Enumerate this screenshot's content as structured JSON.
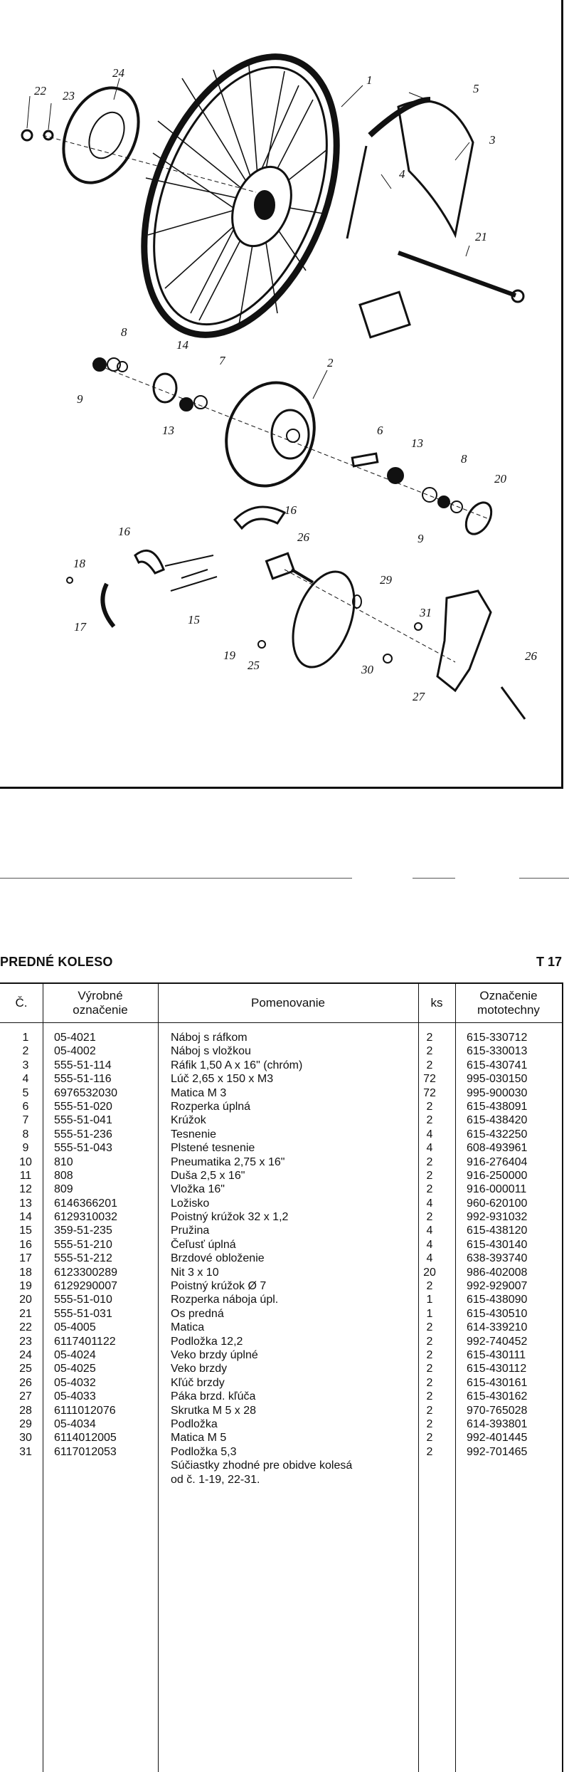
{
  "diagram": {
    "callouts": [
      "1",
      "2",
      "3",
      "4",
      "5",
      "6",
      "7",
      "8",
      "8",
      "9",
      "9",
      "13",
      "13",
      "14",
      "15",
      "16",
      "16",
      "17",
      "18",
      "19",
      "20",
      "21",
      "22",
      "23",
      "24",
      "25",
      "26",
      "26",
      "27",
      "29",
      "30",
      "31"
    ]
  },
  "section": {
    "title": "PREDNÉ KOLESO",
    "page_code": "T 17"
  },
  "table": {
    "headers": {
      "no": "Č.",
      "code_line1": "Výrobné",
      "code_line2": "označenie",
      "name": "Pomenovanie",
      "qty": "ks",
      "ref_line1": "Označenie",
      "ref_line2": "mototechny"
    },
    "rows": [
      {
        "no": "1",
        "code": "05-4021",
        "name": "Náboj s ráfkom",
        "qty": "2",
        "ref": "615-330712"
      },
      {
        "no": "2",
        "code": "05-4002",
        "name": "Náboj s vložkou",
        "qty": "2",
        "ref": "615-330013"
      },
      {
        "no": "3",
        "code": "555-51-114",
        "name": "Ráfik 1,50 A x 16\" (chróm)",
        "qty": "2",
        "ref": "615-430741"
      },
      {
        "no": "4",
        "code": "555-51-116",
        "name": "Lúč 2,65 x 150 x M3",
        "qty": "72",
        "ref": "995-030150"
      },
      {
        "no": "5",
        "code": "6976532030",
        "name": "Matica M 3",
        "qty": "72",
        "ref": "995-900030"
      },
      {
        "no": "6",
        "code": "555-51-020",
        "name": "Rozperka úplná",
        "qty": "2",
        "ref": "615-438091"
      },
      {
        "no": "7",
        "code": "555-51-041",
        "name": "Krúžok",
        "qty": "2",
        "ref": "615-438420"
      },
      {
        "no": "8",
        "code": "555-51-236",
        "name": "Tesnenie",
        "qty": "4",
        "ref": "615-432250"
      },
      {
        "no": "9",
        "code": "555-51-043",
        "name": "Plstené tesnenie",
        "qty": "4",
        "ref": "608-493961"
      },
      {
        "no": "10",
        "code": "810",
        "name": "Pneumatika 2,75 x 16\"",
        "qty": "2",
        "ref": "916-276404"
      },
      {
        "no": "11",
        "code": "808",
        "name": "Duša 2,5 x 16\"",
        "qty": "2",
        "ref": "916-250000"
      },
      {
        "no": "12",
        "code": "809",
        "name": "Vložka 16\"",
        "qty": "2",
        "ref": "916-000011"
      },
      {
        "no": "13",
        "code": "6146366201",
        "name": "Ložisko",
        "qty": "4",
        "ref": "960-620100"
      },
      {
        "no": "14",
        "code": "6129310032",
        "name": "Poistný krúžok 32 x 1,2",
        "qty": "2",
        "ref": "992-931032"
      },
      {
        "no": "15",
        "code": "359-51-235",
        "name": "Pružina",
        "qty": "4",
        "ref": "615-438120"
      },
      {
        "no": "16",
        "code": "555-51-210",
        "name": "Čeľusť úplná",
        "qty": "4",
        "ref": "615-430140"
      },
      {
        "no": "17",
        "code": "555-51-212",
        "name": "Brzdové obloženie",
        "qty": "4",
        "ref": "638-393740"
      },
      {
        "no": "18",
        "code": "6123300289",
        "name": "Nit 3 x 10",
        "qty": "20",
        "ref": "986-402008"
      },
      {
        "no": "19",
        "code": "6129290007",
        "name": "Poistný krúžok Ø 7",
        "qty": "2",
        "ref": "992-929007"
      },
      {
        "no": "20",
        "code": "555-51-010",
        "name": "Rozperka náboja úpl.",
        "qty": "1",
        "ref": "615-438090"
      },
      {
        "no": "21",
        "code": "555-51-031",
        "name": "Os predná",
        "qty": "1",
        "ref": "615-430510"
      },
      {
        "no": "22",
        "code": "05-4005",
        "name": "Matica",
        "qty": "2",
        "ref": "614-339210"
      },
      {
        "no": "23",
        "code": "6117401122",
        "name": "Podložka 12,2",
        "qty": "2",
        "ref": "992-740452"
      },
      {
        "no": "24",
        "code": "05-4024",
        "name": "Veko brzdy úplné",
        "qty": "2",
        "ref": "615-430111"
      },
      {
        "no": "25",
        "code": "05-4025",
        "name": "Veko brzdy",
        "qty": "2",
        "ref": "615-430112"
      },
      {
        "no": "26",
        "code": "05-4032",
        "name": "Kľúč brzdy",
        "qty": "2",
        "ref": "615-430161"
      },
      {
        "no": "27",
        "code": "05-4033",
        "name": "Páka brzd. kľúča",
        "qty": "2",
        "ref": "615-430162"
      },
      {
        "no": "28",
        "code": "6111012076",
        "name": "Skrutka M 5 x 28",
        "qty": "2",
        "ref": "970-765028"
      },
      {
        "no": "29",
        "code": "05-4034",
        "name": "Podložka",
        "qty": "2",
        "ref": "614-393801"
      },
      {
        "no": "30",
        "code": "6114012005",
        "name": "Matica M 5",
        "qty": "2",
        "ref": "992-401445"
      },
      {
        "no": "31",
        "code": "6117012053",
        "name": "Podložka 5,3",
        "qty": "2",
        "ref": "992-701465"
      }
    ],
    "note_line1": "Súčiastky zhodné pre obidve kolesá",
    "note_line2": "od č. 1-19, 22-31."
  }
}
